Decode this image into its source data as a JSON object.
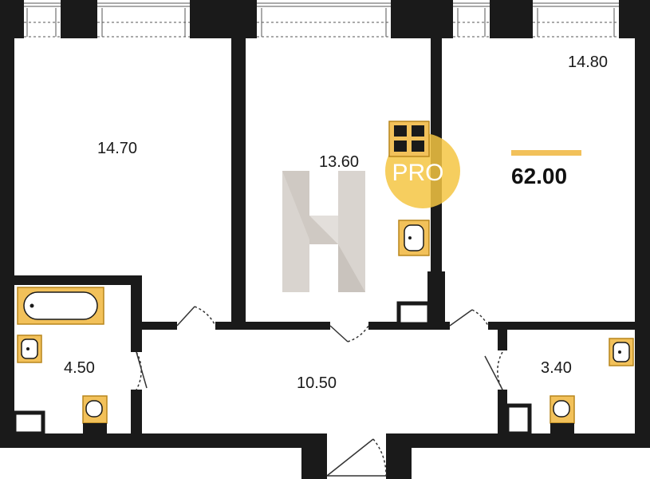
{
  "plan": {
    "rooms": [
      {
        "id": "room-left",
        "area": "14.70"
      },
      {
        "id": "room-middle",
        "area": "13.60"
      },
      {
        "id": "room-right",
        "area": "14.80"
      },
      {
        "id": "bathroom",
        "area": "4.50"
      },
      {
        "id": "hallway",
        "area": "10.50"
      },
      {
        "id": "wc",
        "area": "3.40"
      }
    ],
    "total_area": "62.00",
    "watermark_text": "PRO"
  },
  "colors": {
    "wall": "#1a1a1a",
    "fixture_fill": "#f2c15a",
    "fixture_stroke": "#b8861c",
    "accent_bar": "#f2c15a",
    "logo_circle": "#f5c643",
    "watermark": "#d9d4cf"
  }
}
